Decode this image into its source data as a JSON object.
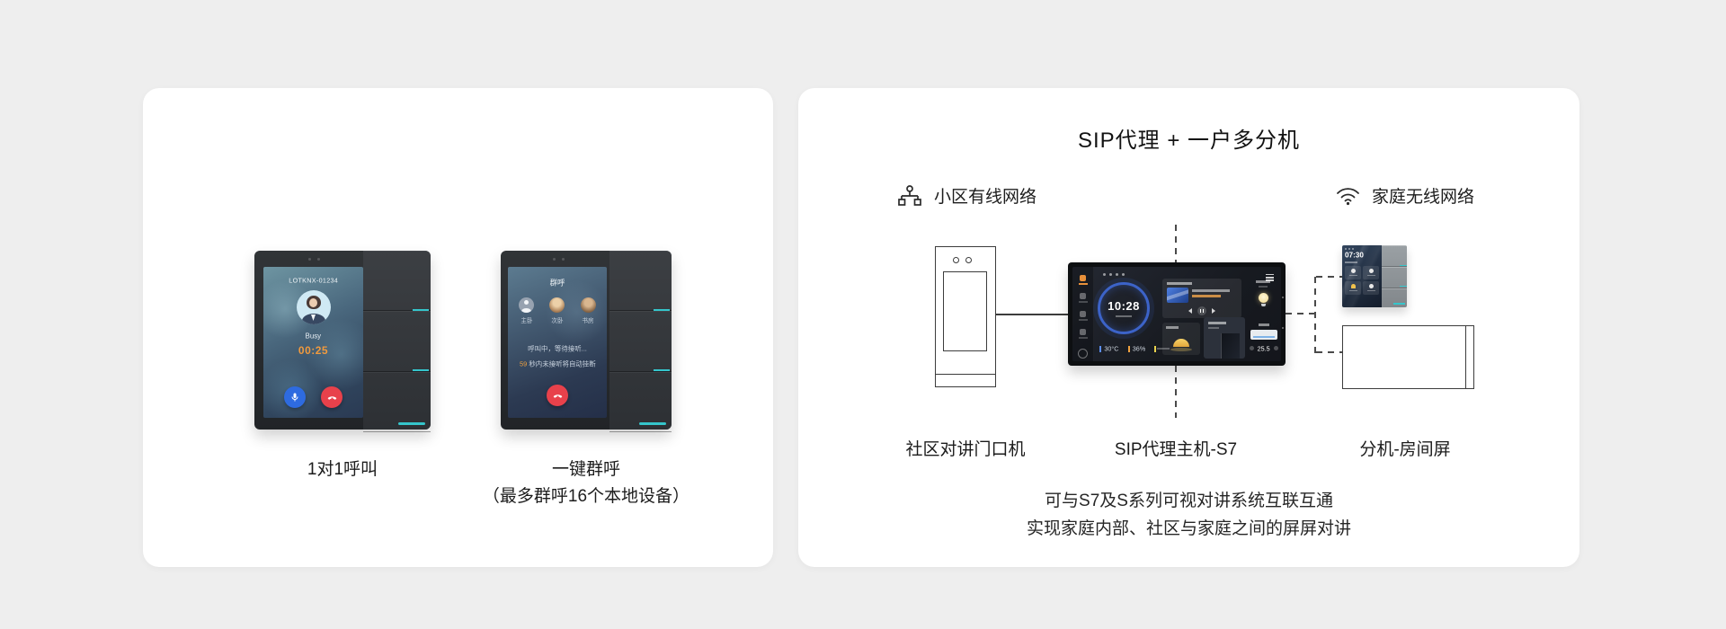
{
  "page": {
    "background": "#eeeeee"
  },
  "colors": {
    "accent_teal": "#35c5cb",
    "orange": "#f09a3e",
    "call_red": "#e8414b",
    "call_blue": "#2e6be0",
    "clock_ring_blue": "#3c63c8"
  },
  "left_card": {
    "devices": [
      {
        "caption": "1对1呼叫",
        "screen": {
          "device_id": "LOTKNX-01234",
          "status": "Busy",
          "timer": "00:25"
        }
      },
      {
        "caption": "一键群呼",
        "caption_sub": "（最多群呼16个本地设备）",
        "screen": {
          "title": "群呼",
          "members": [
            {
              "label": "主卧"
            },
            {
              "label": "次卧"
            },
            {
              "label": "书房"
            }
          ],
          "line1": "呼叫中，等待接听...",
          "line2_seconds": "59",
          "line2_rest": " 秒内未接听将自动挂断"
        }
      }
    ]
  },
  "right_card": {
    "title": "SIP代理 + 一户多分机",
    "networks": {
      "wired": "小区有线网络",
      "wireless": "家庭无线网络"
    },
    "nodes": {
      "door": "社区对讲门口机",
      "host": "SIP代理主机-S7",
      "extension": "分机-房间屏"
    },
    "host_screen": {
      "clock": "10:28",
      "temp": "30°C",
      "humidity": "36%",
      "ac_temp": "25.5"
    },
    "room_screen": {
      "clock": "07:30"
    },
    "footer": [
      "可与S7及S系列可视对讲系统互联互通",
      "实现家庭内部、社区与家庭之间的屏屏对讲"
    ]
  }
}
